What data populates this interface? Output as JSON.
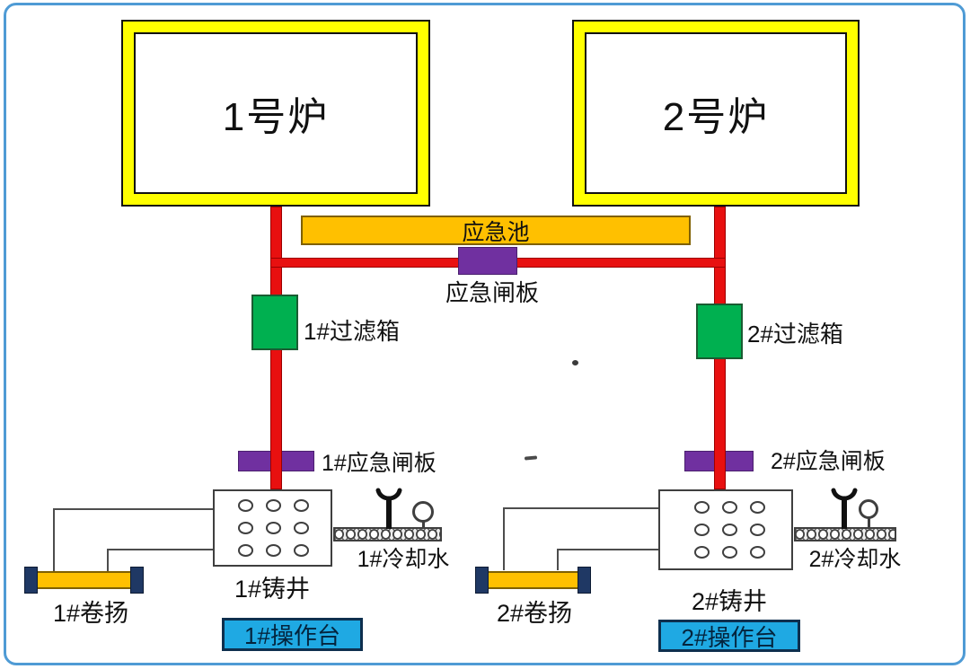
{
  "diagram": {
    "furnace1": {
      "label": "1号炉"
    },
    "furnace2": {
      "label": "2号炉"
    },
    "emergency_pool": {
      "label": "应急池"
    },
    "emergency_gate_main": {
      "label": "应急闸板"
    },
    "filter1": {
      "label": "1#过滤箱"
    },
    "filter2": {
      "label": "2#过滤箱"
    },
    "gate1": {
      "label": "1#应急闸板"
    },
    "gate2": {
      "label": "2#应急闸板"
    },
    "well1": {
      "label": "1#铸井"
    },
    "well2": {
      "label": "2#铸井"
    },
    "cooling1": {
      "label": "1#冷却水"
    },
    "cooling2": {
      "label": "2#冷却水"
    },
    "winch1": {
      "label": "1#卷扬"
    },
    "winch2": {
      "label": "2#卷扬"
    },
    "console1": {
      "label": "1#操作台"
    },
    "console2": {
      "label": "2#操作台"
    }
  },
  "colors": {
    "yellow": "#ffff00",
    "pool-orange": "#ffc000",
    "purple": "#7030a0",
    "green": "#00b050",
    "pipe-red": "#e81010",
    "cyan": "#1fa9e3",
    "navy": "#1f3864",
    "frame-blue": "#4f9bd5"
  }
}
